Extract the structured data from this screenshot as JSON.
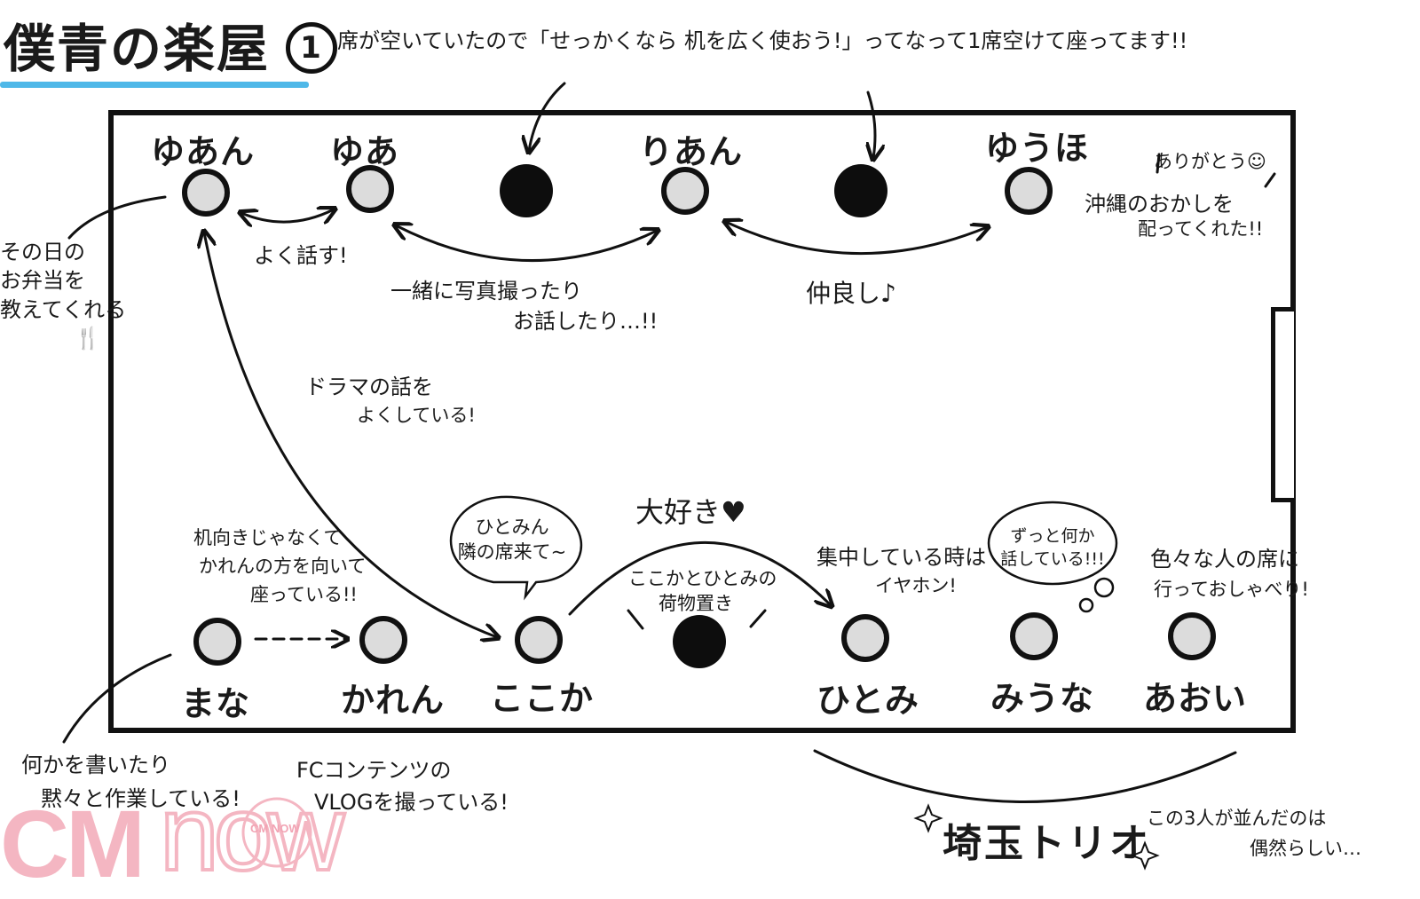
{
  "title": {
    "text": "僕青の楽屋",
    "number": "1"
  },
  "top_note": "席が空いていたので「せっかくなら 机を広く使おう!」ってなって1席空けて座ってます!!",
  "top_row_names": {
    "yuan": "ゆあん",
    "yua": "ゆあ",
    "rian": "りあん",
    "yuuho": "ゆうほ"
  },
  "bottom_row_names": {
    "mana": "まな",
    "karen": "かれん",
    "kokoka": "ここか",
    "hitomi": "ひとみ",
    "miuna": "みうな",
    "aoi": "あおい"
  },
  "notes": {
    "left_bento": [
      "その日の",
      "お弁当を",
      "教えてくれる"
    ],
    "left_bento_icon": "🍴",
    "yoku_hanasu": "よく話す!",
    "photo_line1": "一緒に写真撮ったり",
    "photo_line2": "お話したり…!!",
    "nakayoshi": "仲良し♪",
    "okinawa_thanks": "ありがとう☺",
    "okinawa_line1": "沖縄のおかしを",
    "okinawa_line2": "配ってくれた!!",
    "drama_line1": "ドラマの話を",
    "drama_line2": "よくしている!",
    "mana_line1": "机向きじゃなくて",
    "mana_line2": "かれんの方を向いて",
    "mana_line3": "座っている!!",
    "bubble_hitomi_line1": "ひとみん",
    "bubble_hitomi_line2": "隣の席来て~",
    "daisuki": "大好き♥",
    "luggage_line1": "ここかとひとみの",
    "luggage_line2": "荷物置き",
    "earphone_line1": "集中している時は",
    "earphone_line2": "イヤホン!",
    "bubble_miuna_line1": "ずっと何か",
    "bubble_miuna_line2": "話している!!!",
    "aoi_line1": "色々な人の席に",
    "aoi_line2": "行っておしゃべり!",
    "writing_line1": "何かを書いたり",
    "writing_line2": "黙々と作業している!",
    "fc_line1": "FCコンテンツの",
    "fc_line2": "VLOGを撮っている!",
    "trio_label": "埼玉トリオ",
    "trio_note_line1": "この3人が並んだのは",
    "trio_note_line2": "偶然らしい…"
  },
  "watermark": {
    "cm": "CM",
    "now": "now",
    "badge": "CM NOW"
  },
  "colors": {
    "ink": "#111111",
    "seat_fill": "#dcdcdc",
    "underline": "#4fb8e8",
    "watermark": "#f4b6c2"
  }
}
